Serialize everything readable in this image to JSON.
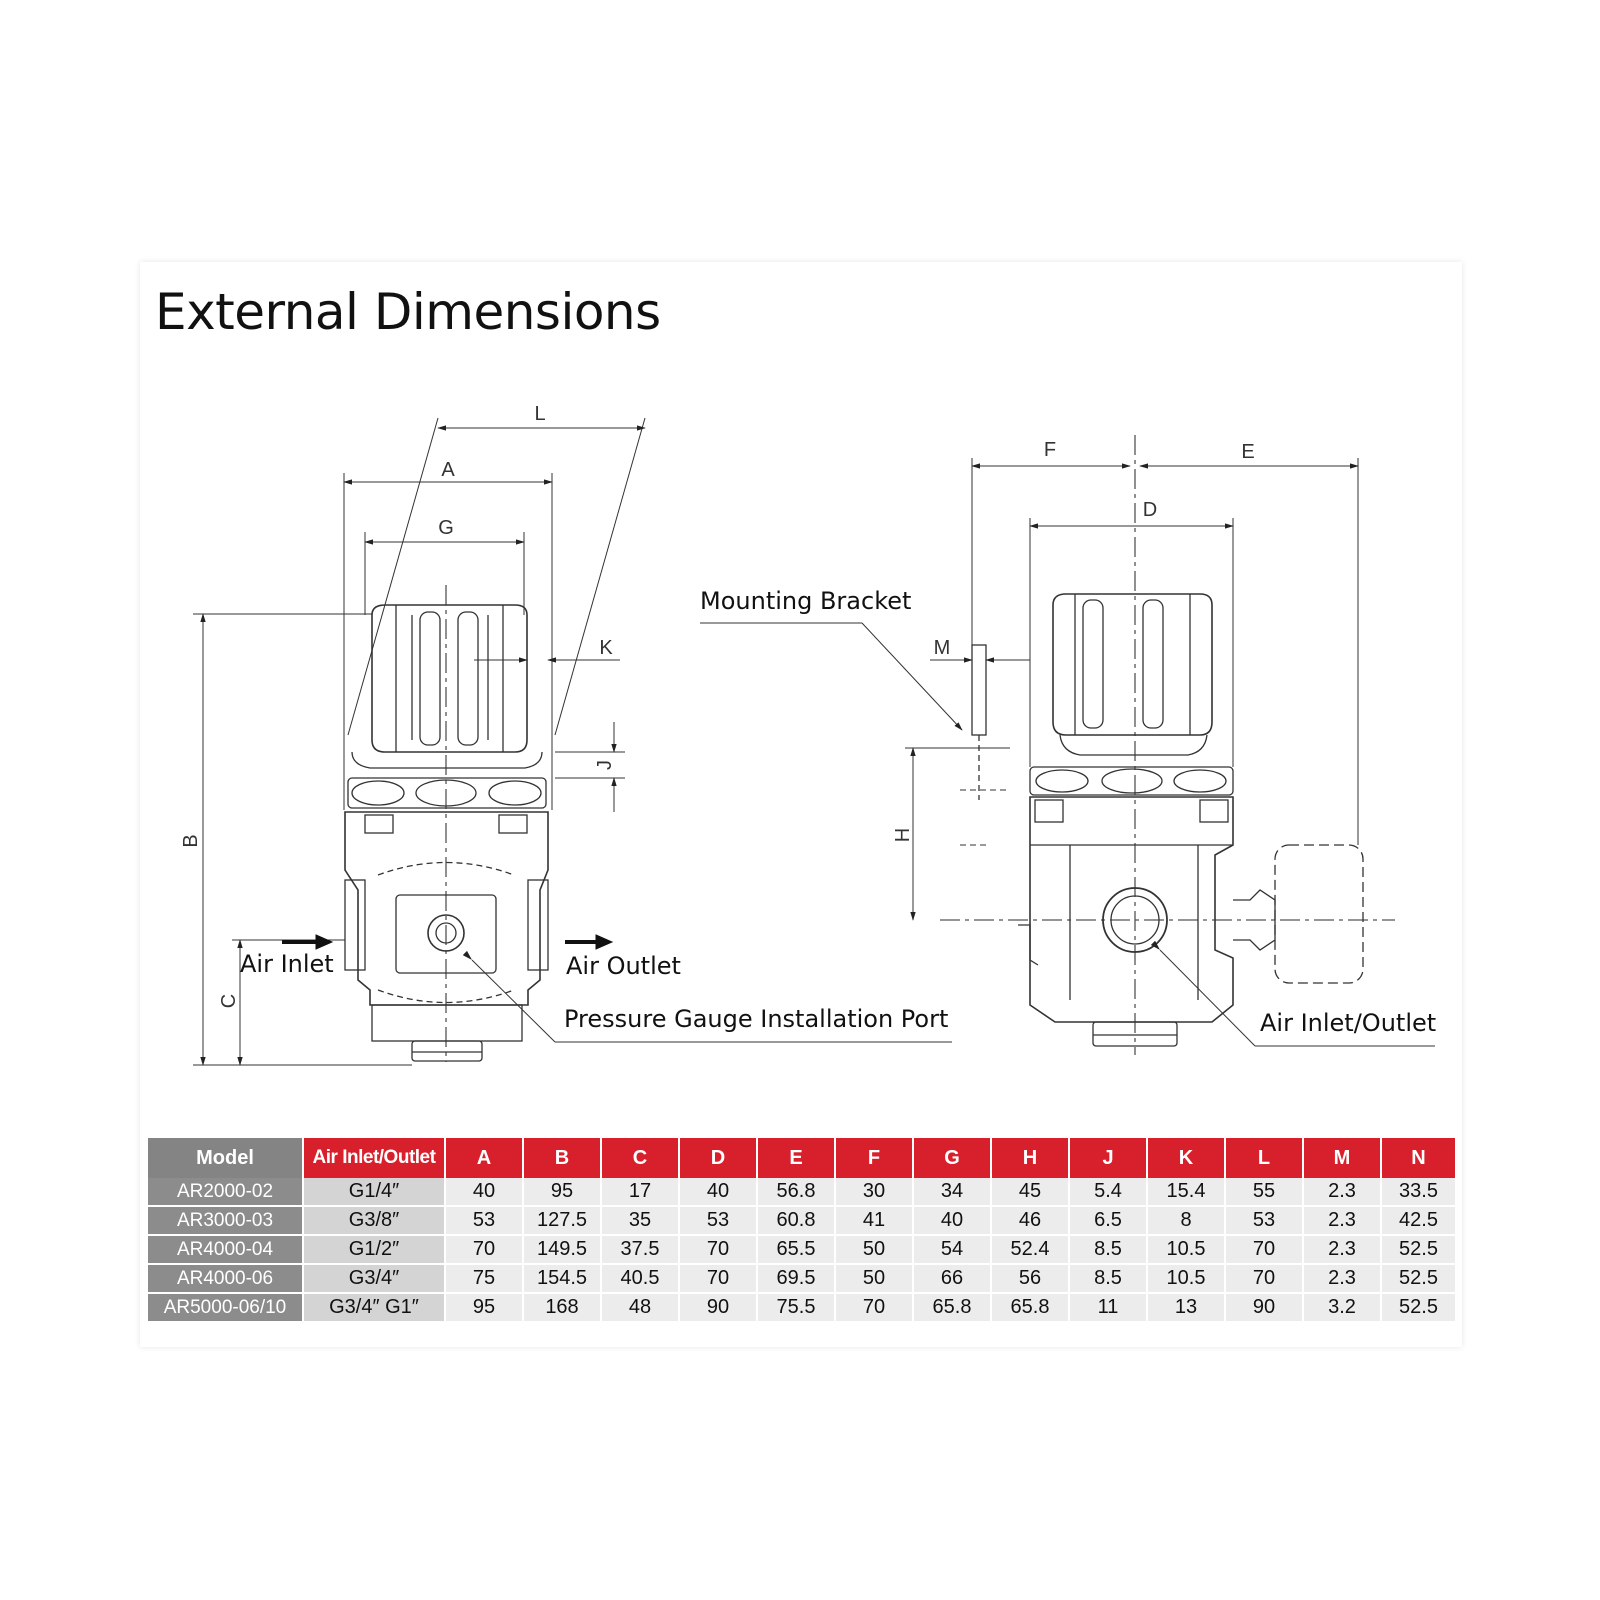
{
  "title": "External Dimensions",
  "labels": {
    "L": "L",
    "A": "A",
    "G": "G",
    "K": "K",
    "J": "J",
    "B": "B",
    "C": "C",
    "F": "F",
    "E": "E",
    "D": "D",
    "M": "M",
    "H": "H"
  },
  "callouts": {
    "mounting_bracket": "Mounting Bracket",
    "air_inlet": "Air Inlet",
    "air_outlet": "Air Outlet",
    "pressure_gauge_port": "Pressure Gauge Installation Port",
    "air_inlet_outlet": "Air Inlet/Outlet"
  },
  "table": {
    "headers": [
      "Model",
      "Air Inlet/Outlet",
      "A",
      "B",
      "C",
      "D",
      "E",
      "F",
      "G",
      "H",
      "J",
      "K",
      "L",
      "M",
      "N"
    ],
    "rows": [
      [
        "AR2000-02",
        "G1/4″",
        "40",
        "95",
        "17",
        "40",
        "56.8",
        "30",
        "34",
        "45",
        "5.4",
        "15.4",
        "55",
        "2.3",
        "33.5"
      ],
      [
        "AR3000-03",
        "G3/8″",
        "53",
        "127.5",
        "35",
        "53",
        "60.8",
        "41",
        "40",
        "46",
        "6.5",
        "8",
        "53",
        "2.3",
        "42.5"
      ],
      [
        "AR4000-04",
        "G1/2″",
        "70",
        "149.5",
        "37.5",
        "70",
        "65.5",
        "50",
        "54",
        "52.4",
        "8.5",
        "10.5",
        "70",
        "2.3",
        "52.5"
      ],
      [
        "AR4000-06",
        "G3/4″",
        "75",
        "154.5",
        "40.5",
        "70",
        "69.5",
        "50",
        "66",
        "56",
        "8.5",
        "10.5",
        "70",
        "2.3",
        "52.5"
      ],
      [
        "AR5000-06/10",
        "G3/4″  G1″",
        "95",
        "168",
        "48",
        "90",
        "75.5",
        "70",
        "65.8",
        "65.8",
        "11",
        "13",
        "90",
        "3.2",
        "52.5"
      ]
    ]
  },
  "colors": {
    "header_red": "#d8202c",
    "model_gray": "#8c8c8c",
    "port_gray": "#d4d4d4",
    "cell_gray": "#ececec"
  }
}
